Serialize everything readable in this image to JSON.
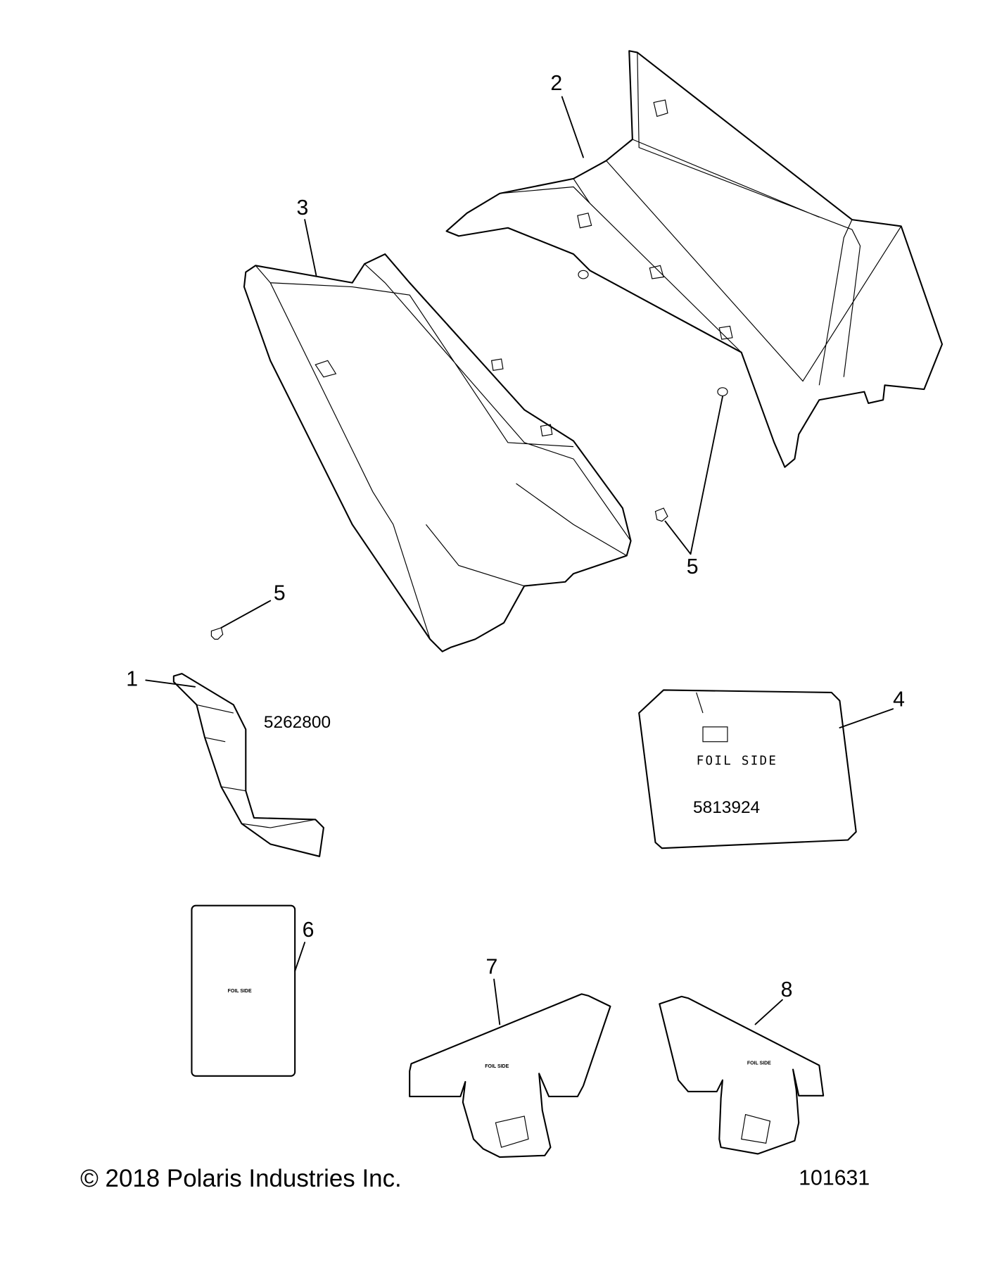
{
  "callouts": {
    "c1": "1",
    "c2": "2",
    "c3": "3",
    "c4": "4",
    "c5a": "5",
    "c5b": "5",
    "c6": "6",
    "c7": "7",
    "c8": "8"
  },
  "part_numbers": {
    "part1": "5262800",
    "part4": "5813924"
  },
  "labels": {
    "foil_side_4": "FOIL SIDE",
    "foil_side_6": "FOIL SIDE",
    "foil_side_7": "FOIL SIDE",
    "foil_side_8": "FOIL SIDE"
  },
  "footer": {
    "copyright": "© 2018 Polaris Industries Inc.",
    "diagram_id": "101631"
  }
}
